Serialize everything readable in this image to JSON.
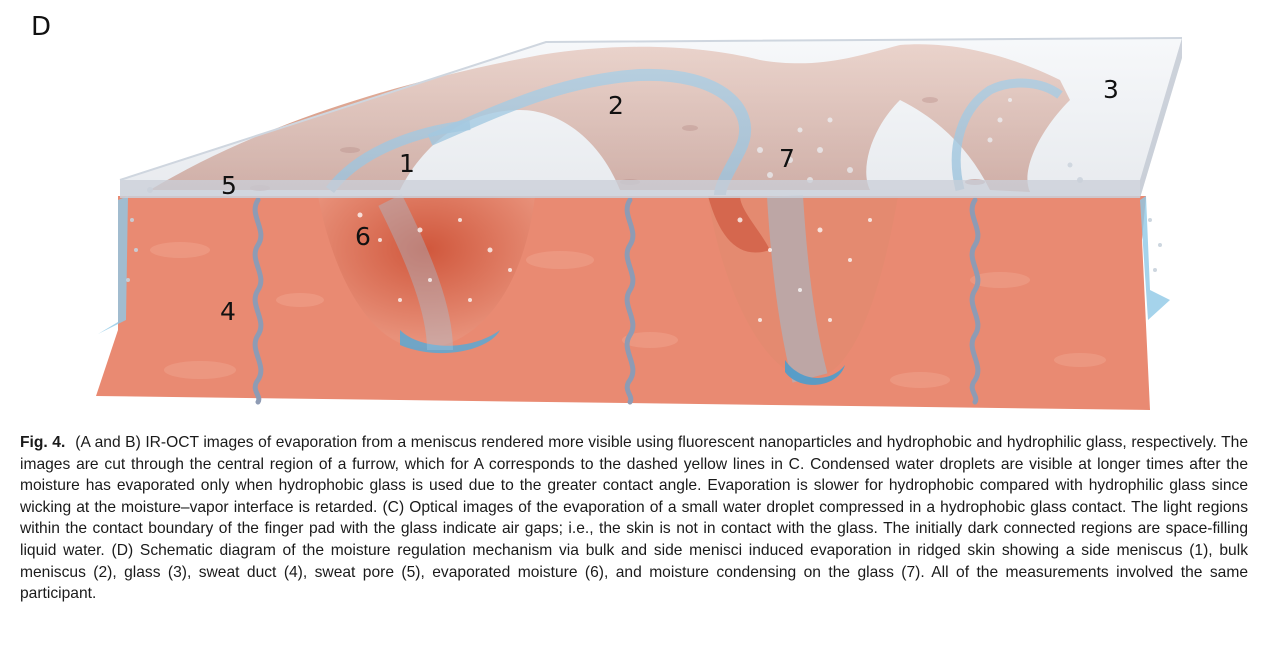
{
  "panel_letter": "D",
  "figure_labels": {
    "l1": "1",
    "l2": "2",
    "l3": "3",
    "l4": "4",
    "l5": "5",
    "l6": "6",
    "l7": "7"
  },
  "colors": {
    "skin": "#e98a72",
    "skin_dark": "#d9664c",
    "ridge_top": "#d99882",
    "water": "#8ec8e6",
    "water_dark": "#5aa8d4",
    "glass": "#dfe3ea",
    "duct": "#8e9bb4"
  },
  "caption": {
    "fig_label": "Fig. 4.",
    "text": "(A and B) IR-OCT images of evaporation from a meniscus rendered more visible using fluorescent nanoparticles and hydrophobic and hydrophilic glass, respectively. The images are cut through the central region of a furrow, which for A corresponds to the dashed yellow lines in C. Condensed water droplets are visible at longer times after the moisture has evaporated only when hydrophobic glass is used due to the greater contact angle. Evaporation is slower for hydrophobic compared with hydrophilic glass since wicking at the moisture–vapor interface is retarded. (C) Optical images of the evaporation of a small water droplet compressed in a hydrophobic glass contact. The light regions within the contact boundary of the finger pad with the glass indicate air gaps; i.e., the skin is not in contact with the glass. The initially dark connected regions are space-filling liquid water. (D) Schematic diagram of the moisture regulation mechanism via bulk and side menisci induced evaporation in ridged skin showing a side meniscus (1), bulk meniscus (2), glass (3), sweat duct (4), sweat pore (5), evaporated moisture (6), and moisture condensing on the glass (7). All of the measurements involved the same participant."
  }
}
